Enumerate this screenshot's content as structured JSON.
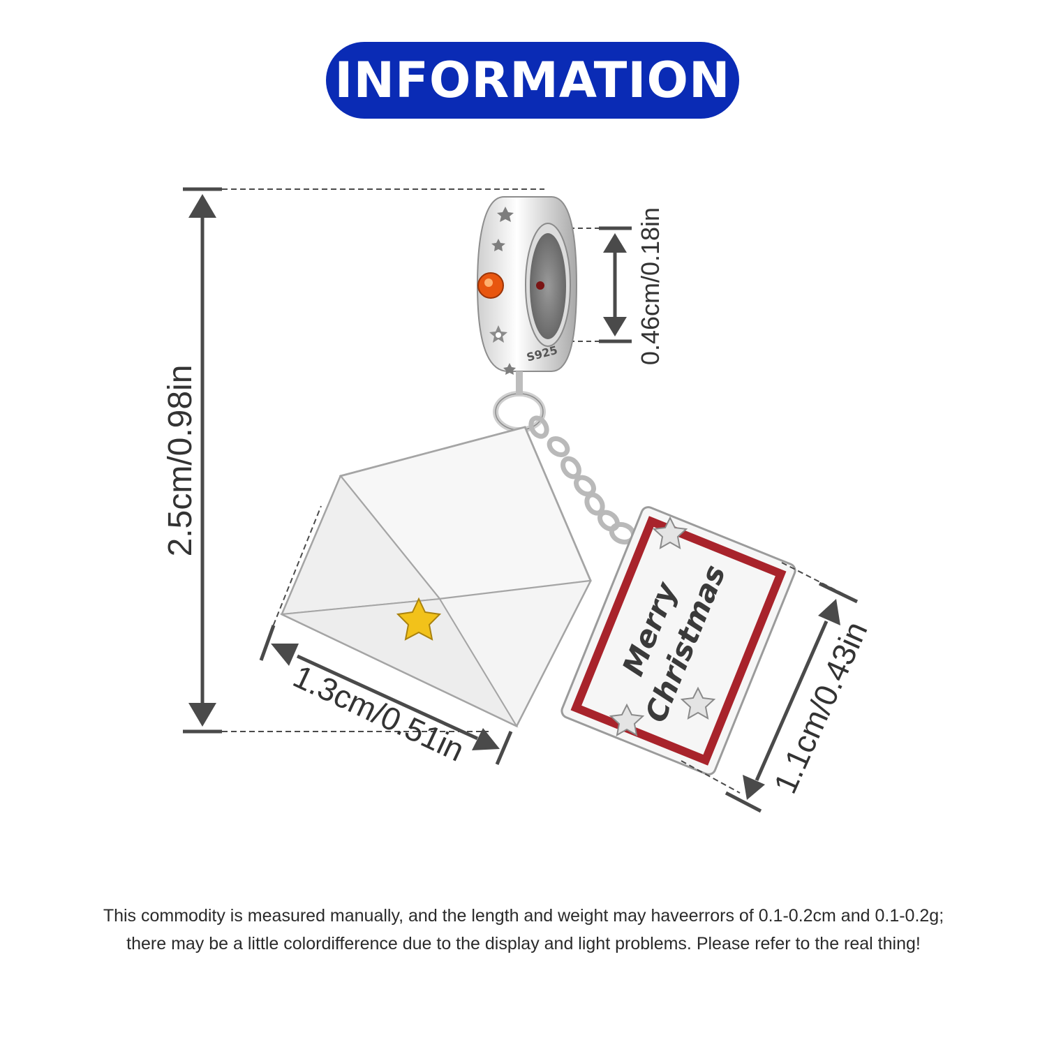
{
  "banner": {
    "title": "INFORMATION"
  },
  "product": {
    "stamp": "S925",
    "tag_line1": "Merry",
    "tag_line2": "Christmas"
  },
  "dimensions": {
    "total_height": "2.5cm/0.98in",
    "ring_hole": "0.46cm/0.18in",
    "envelope_width": "1.3cm/0.51in",
    "tag_height": "1.1cm/0.43in"
  },
  "colors": {
    "banner": "#0a2bb5",
    "dimension_line": "#4a4a4a",
    "tag_border": "#a8232b",
    "star": "#f2c21a",
    "gem": "#e8560f"
  },
  "disclaimer": {
    "line1": "This commodity is measured manually, and the length and weight may haveerrors of 0.1-0.2cm and 0.1-0.2g;",
    "line2": "there may be a little colordifference due to the display and light problems. Please refer to the real thing!"
  }
}
